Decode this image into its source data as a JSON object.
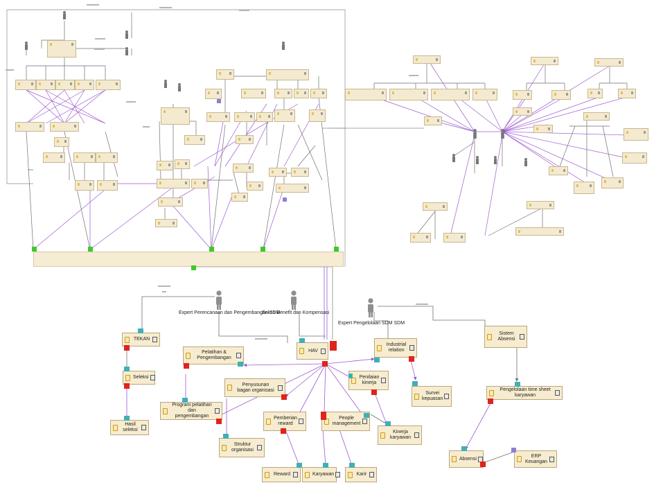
{
  "lower_diagram": {
    "actors": {
      "perencanaan": "Expert Perencanaan dan Pengembangan SDM",
      "benefit": "Sekso Benefit dan Kompensasi",
      "pengelolaan": "Expert Pengelolaan SDM SDM"
    },
    "nodes": {
      "tekan": "TEKAN",
      "seleksi": "Seleksi",
      "hasil_seleksi": "Hasil seleksi",
      "pelatihan": "Pelatihan & Pengembangan",
      "program_pelatihan": "Program pelatihan dan pengembangan",
      "penyusunan": "Penyusunan bagan organisasi",
      "struktur": "Struktur organisasi",
      "hav": "HAV",
      "industrial": "Industrial relation",
      "penilaian": "Penilaian kinerja",
      "survei": "Survei kepuasan",
      "kinerja": "Kinerja karyawan",
      "pemberian": "Pemberian reward",
      "people": "People management",
      "reward": "Reward",
      "karyawan": "Karyawan",
      "karir": "Karir",
      "sistem_absensi": "Sistem Absensi",
      "pengelolaan_absensi": "Pengelolaan time sheet karyawan",
      "absensi": "Absensi",
      "erp": "ERP Keuangan"
    }
  },
  "colors": {
    "node_fill": "#f7eccf",
    "node_border": "#b9a77a",
    "relation_purple": "#9b59d0",
    "flow_gray": "#6f6f6f",
    "indicator_red": "#e0241c",
    "indicator_teal": "#3fb0b4",
    "indicator_green": "#3ec92a"
  },
  "icons": [
    "actor-icon",
    "business-object-icon",
    "application-component-icon"
  ]
}
